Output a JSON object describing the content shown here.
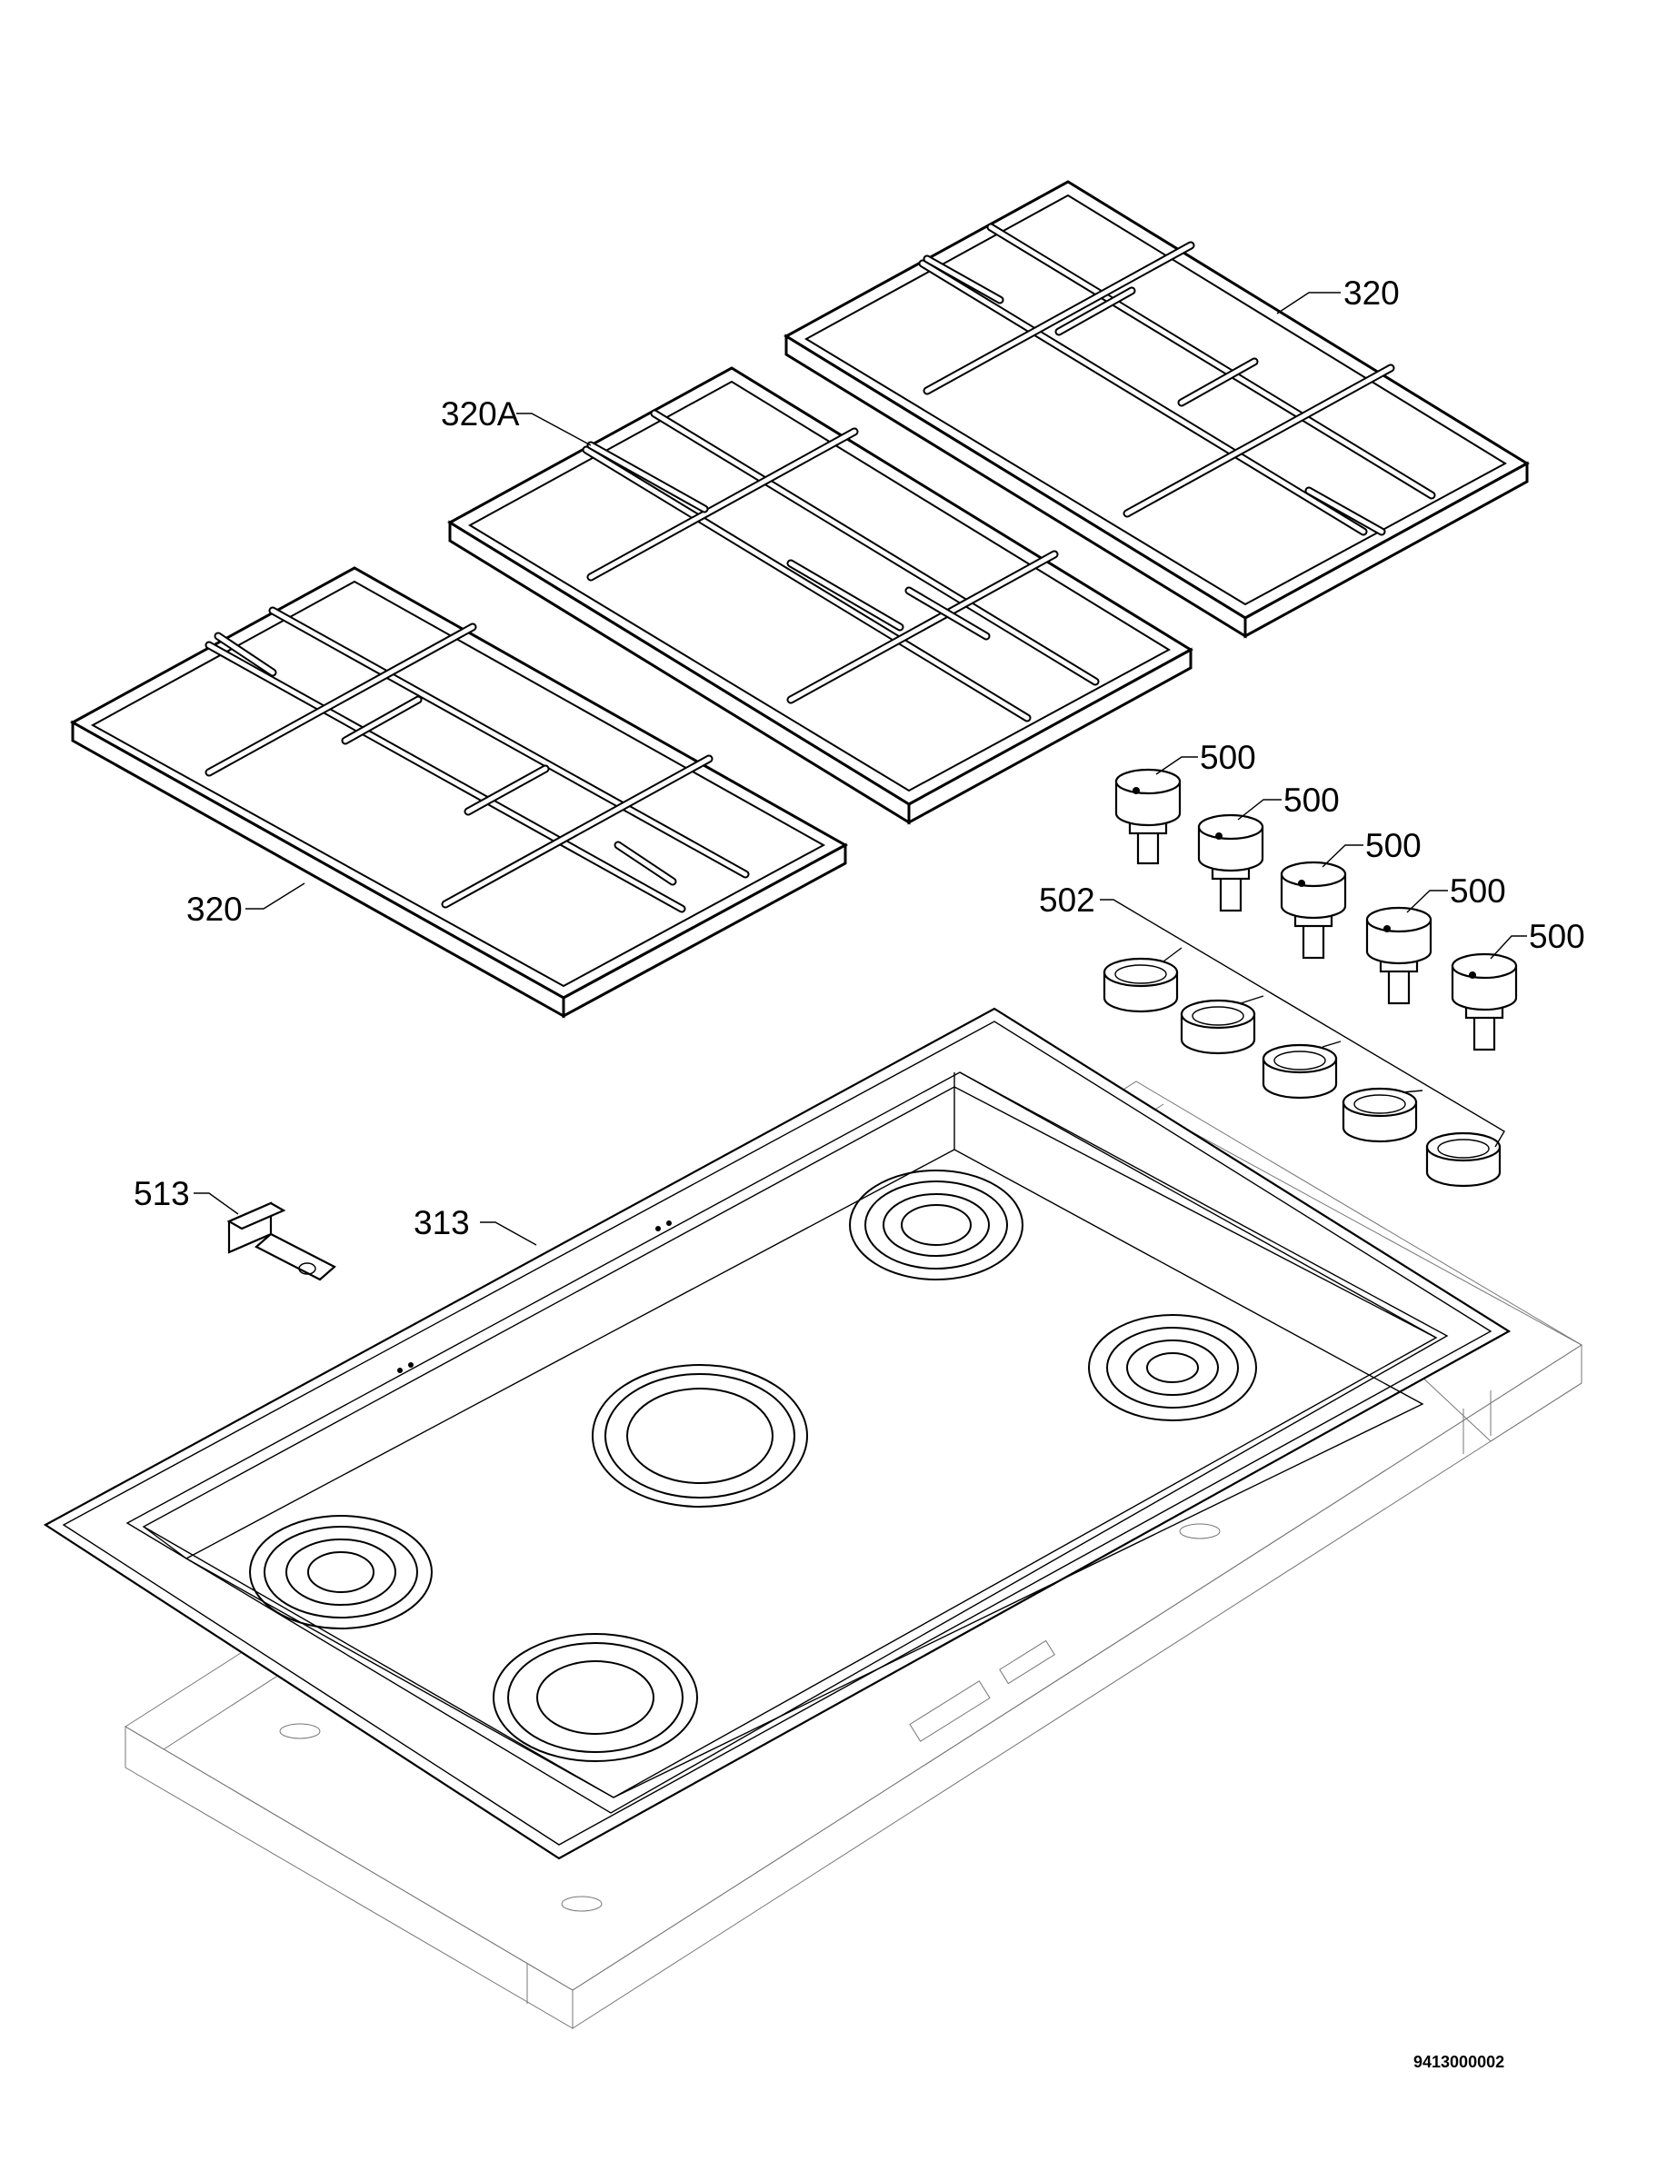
{
  "diagram": {
    "drawing_number": "9413000002",
    "callouts": {
      "grate_right": "320",
      "grate_middle": "320A",
      "grate_left": "320",
      "knob_1": "500",
      "knob_2": "500",
      "knob_3": "500",
      "knob_4": "500",
      "knob_5": "500",
      "knob_rings": "502",
      "bracket": "513",
      "hob_top": "313"
    }
  }
}
